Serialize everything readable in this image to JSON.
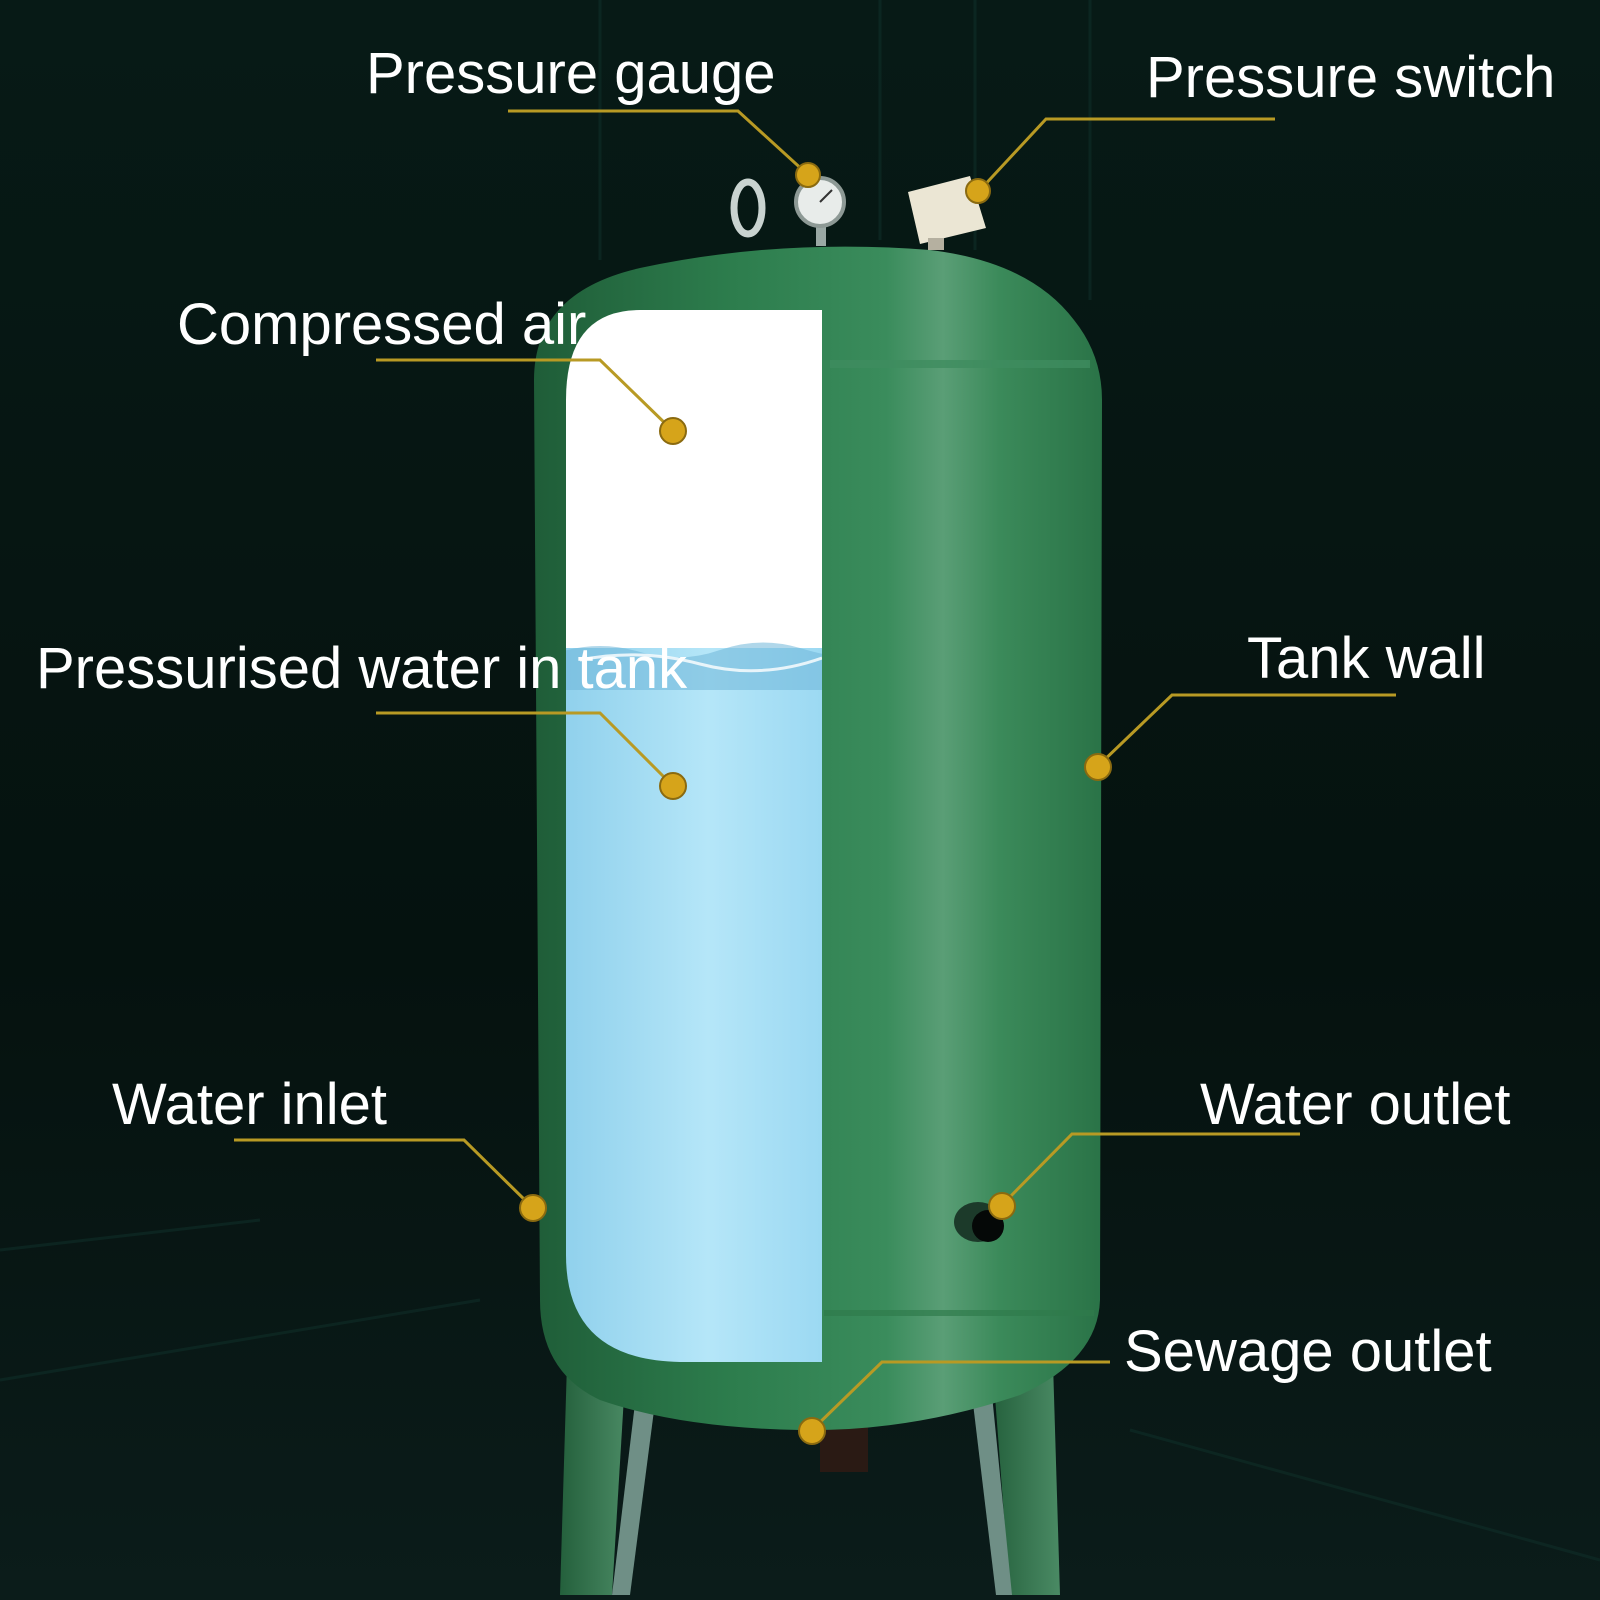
{
  "colors": {
    "background": "#061310",
    "tank_body": "#2b7a4b",
    "tank_highlight": "#4f9c6e",
    "air": "#ffffff",
    "water": "#a9dff5",
    "leader_line": "#b89a24",
    "marker": "#d6a41a",
    "label_text": "#ffffff"
  },
  "labels": {
    "pressure_gauge": "Pressure gauge",
    "pressure_switch": "Pressure switch",
    "compressed_air": "Compressed air",
    "pressurised_water": "Pressurised water in tank",
    "tank_wall": "Tank wall",
    "water_inlet": "Water inlet",
    "water_outlet": "Water outlet",
    "sewage_outlet": "Sewage outlet"
  }
}
